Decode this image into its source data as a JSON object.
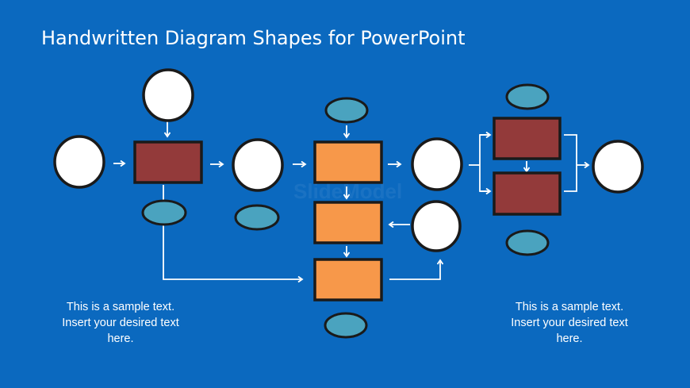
{
  "title": "Handwritten Diagram Shapes for PowerPoint",
  "left_text": [
    "This is a sample text.",
    "Insert your desired text",
    "here."
  ],
  "right_text": [
    "This is a sample text.",
    "Insert your desired text",
    "here."
  ],
  "watermark": "SlideModel",
  "colors": {
    "background": "#0b69bf",
    "orange": "#f7984a",
    "maroon": "#933a3a",
    "teal": "#4aa3bf",
    "circle": "#ffffff"
  }
}
